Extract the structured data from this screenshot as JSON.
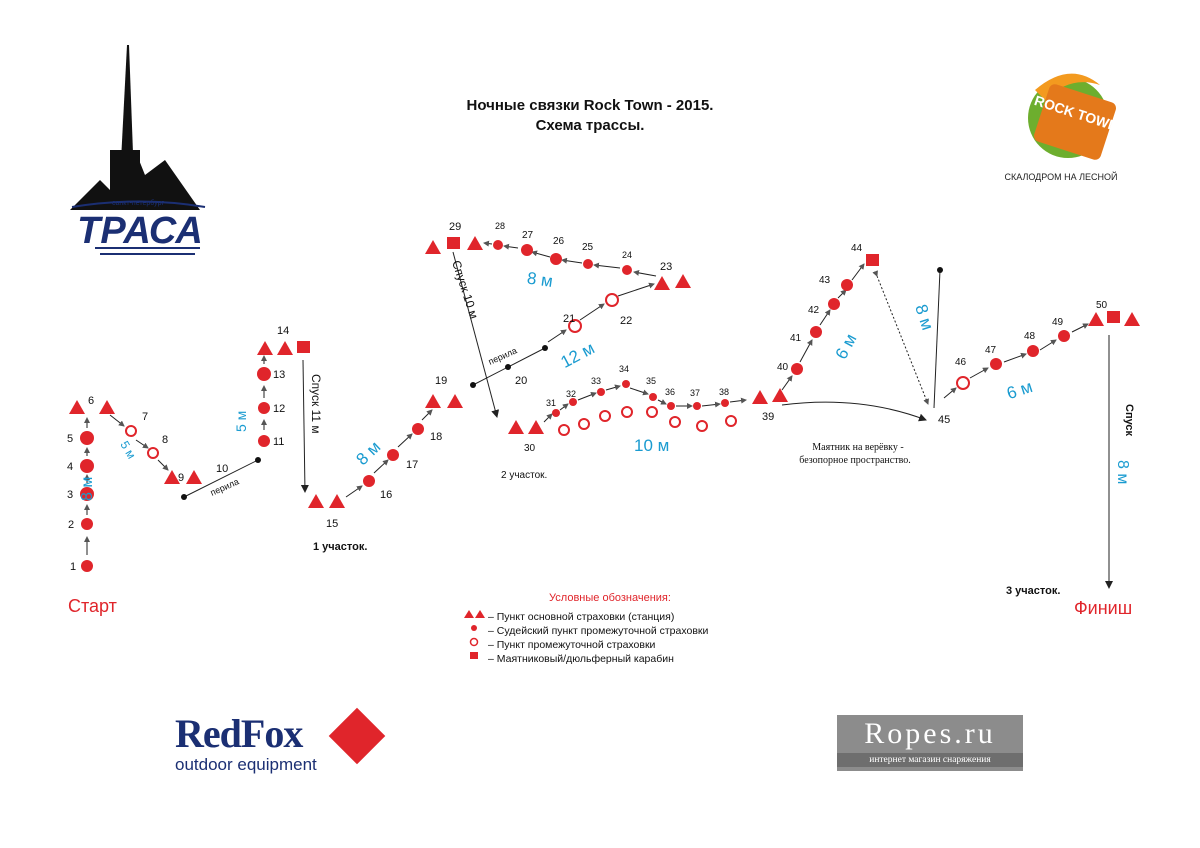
{
  "header": {
    "title_line1": "Ночные связки Rock Town - 2015.",
    "title_line2": "Схема трассы."
  },
  "labels": {
    "start": "Старт",
    "finish": "Финиш",
    "section1": "1 участок.",
    "section2": "2 участок.",
    "section3": "3 участок.",
    "pendulum_line1": "Маятник на верёвку -",
    "pendulum_line2": "безопорное пространство.",
    "rail": "перила",
    "descent_11": "Спуск  11 м",
    "descent_10": "Спуск  10 м",
    "descent_8_word": "Спуск",
    "dist_8m": "8 м",
    "dist_5m": "5 м",
    "dist_10m": "10 м",
    "dist_12m": "12 м",
    "dist_6m": "6 м"
  },
  "legend": {
    "title": "Условные обозначения:",
    "items": [
      "– Пункт основной страховки (станция)",
      "– Судейский пункт промежуточной страховки",
      "– Пункт промежуточной страховки",
      "– Маятниковый/дюльферный карабин"
    ]
  },
  "logos": {
    "spb_logo_text": "ТРАСА",
    "spb_ring_text": "санкт-петербург",
    "rocktown_text": "ROCK TOWN",
    "rocktown_caption": "СКАЛОДРОМ НА ЛЕСНОЙ",
    "redfox_text": "RedFox",
    "redfox_sub": "outdoor equipment",
    "ropes_text": "Ropes.ru",
    "ropes_sub": "интернет магазин снаряжения"
  },
  "colors": {
    "red": "#e0252b",
    "blue": "#1a9bd0",
    "navy": "#1b2f73"
  },
  "route": {
    "points": [
      {
        "n": "1",
        "type": "judge"
      },
      {
        "n": "2",
        "type": "judge"
      },
      {
        "n": "3",
        "type": "judge"
      },
      {
        "n": "4",
        "type": "judge"
      },
      {
        "n": "5",
        "type": "judge"
      },
      {
        "n": "6",
        "type": "station"
      },
      {
        "n": "7",
        "type": "open"
      },
      {
        "n": "8",
        "type": "open"
      },
      {
        "n": "9",
        "type": "station"
      },
      {
        "n": "10",
        "type": "rail"
      },
      {
        "n": "11",
        "type": "judge"
      },
      {
        "n": "12",
        "type": "judge"
      },
      {
        "n": "13",
        "type": "judge"
      },
      {
        "n": "14",
        "type": "station"
      },
      {
        "n": "15",
        "type": "station"
      },
      {
        "n": "16",
        "type": "judge"
      },
      {
        "n": "17",
        "type": "judge"
      },
      {
        "n": "18",
        "type": "judge"
      },
      {
        "n": "19",
        "type": "station"
      },
      {
        "n": "20",
        "type": "rail"
      },
      {
        "n": "21",
        "type": "open"
      },
      {
        "n": "22",
        "type": "open"
      },
      {
        "n": "23",
        "type": "station"
      },
      {
        "n": "24",
        "type": "judge"
      },
      {
        "n": "25",
        "type": "judge"
      },
      {
        "n": "26",
        "type": "judge"
      },
      {
        "n": "27",
        "type": "judge"
      },
      {
        "n": "28",
        "type": "judge"
      },
      {
        "n": "29",
        "type": "station"
      },
      {
        "n": "30",
        "type": "station"
      },
      {
        "n": "31",
        "type": "judge"
      },
      {
        "n": "32",
        "type": "judge"
      },
      {
        "n": "33",
        "type": "judge"
      },
      {
        "n": "34",
        "type": "judge"
      },
      {
        "n": "35",
        "type": "judge"
      },
      {
        "n": "36",
        "type": "judge"
      },
      {
        "n": "37",
        "type": "judge"
      },
      {
        "n": "38",
        "type": "judge"
      },
      {
        "n": "39",
        "type": "station"
      },
      {
        "n": "40",
        "type": "judge"
      },
      {
        "n": "41",
        "type": "judge"
      },
      {
        "n": "42",
        "type": "judge"
      },
      {
        "n": "43",
        "type": "judge"
      },
      {
        "n": "44",
        "type": "carabiner"
      },
      {
        "n": "45",
        "type": "rope"
      },
      {
        "n": "46",
        "type": "open"
      },
      {
        "n": "47",
        "type": "judge"
      },
      {
        "n": "48",
        "type": "judge"
      },
      {
        "n": "49",
        "type": "judge"
      },
      {
        "n": "50",
        "type": "station"
      }
    ]
  }
}
